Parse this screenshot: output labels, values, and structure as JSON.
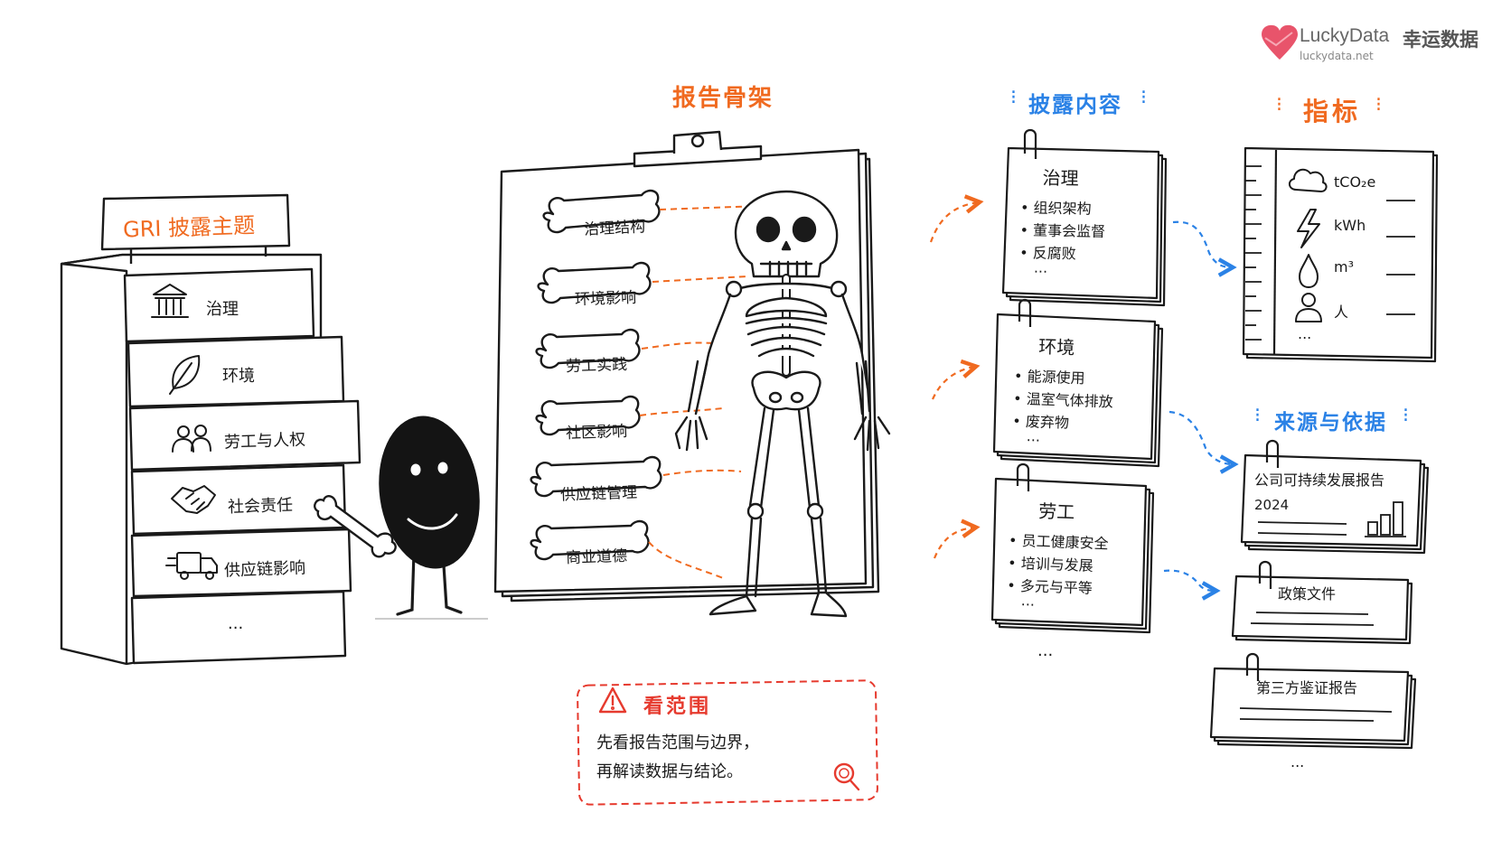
{
  "brand": {
    "name": "LuckyData",
    "name_cn": "幸运数据",
    "url": "luckydata.net",
    "color": "#e8546b"
  },
  "colors": {
    "accent_orange": "#f06a20",
    "accent_blue": "#2b82e6",
    "ink": "#1a1a1a"
  },
  "cabinet": {
    "sign": "GRI 披露主题",
    "drawers": [
      {
        "label": "治理",
        "icon": "bank-icon"
      },
      {
        "label": "环境",
        "icon": "leaf-icon"
      },
      {
        "label": "劳工与人权",
        "icon": "people-icon"
      },
      {
        "label": "社会责任",
        "icon": "handshake-icon"
      },
      {
        "label": "供应链影响",
        "icon": "truck-icon"
      },
      {
        "label": "..."
      }
    ]
  },
  "skeleton": {
    "title": "报告骨架",
    "bones": [
      "治理结构",
      "环境影响",
      "劳工实践",
      "社区影响",
      "供应链管理",
      "商业道德"
    ]
  },
  "disclosure": {
    "title": "披露内容",
    "cards": [
      {
        "heading": "治理",
        "items": [
          "组织架构",
          "董事会监督",
          "反腐败"
        ],
        "more": "..."
      },
      {
        "heading": "环境",
        "items": [
          "能源使用",
          "温室气体排放",
          "废弃物"
        ],
        "more": "..."
      },
      {
        "heading": "劳工",
        "items": [
          "员工健康安全",
          "培训与发展",
          "多元与平等"
        ],
        "more": "..."
      }
    ],
    "more": "..."
  },
  "metrics": {
    "title": "指标",
    "rows": [
      {
        "icon": "cloud-icon",
        "unit": "tCO₂e"
      },
      {
        "icon": "lightning-icon",
        "unit": "kWh"
      },
      {
        "icon": "water-drop-icon",
        "unit": "m³"
      },
      {
        "icon": "person-icon",
        "unit": "人"
      }
    ],
    "more": "..."
  },
  "sources": {
    "title": "来源与依据",
    "cards": [
      {
        "label": "公司可持续发展报告",
        "year": "2024"
      },
      {
        "label": "政策文件"
      },
      {
        "label": "第三方鉴证报告"
      }
    ],
    "more": "..."
  },
  "note": {
    "title": "看范围",
    "line1": "先看报告范围与边界，",
    "line2": "再解读数据与结论。"
  }
}
